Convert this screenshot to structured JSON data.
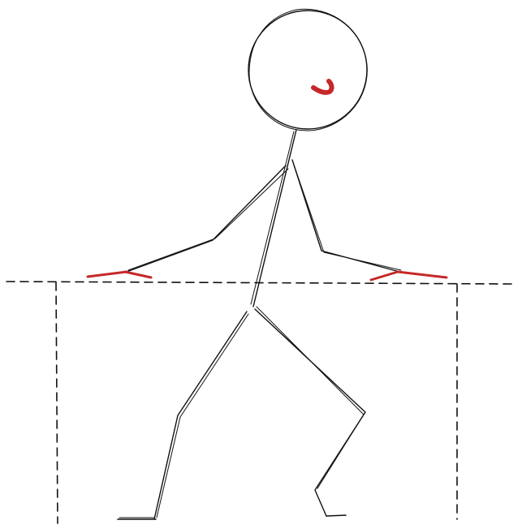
{
  "colors": {
    "background": "#ffffff",
    "ink": "#111111",
    "accent": "#c62828"
  },
  "drawing": {
    "subject": "stick-figure-leaning-on-table",
    "style": "hand-drawn",
    "table_border": "dashed"
  }
}
